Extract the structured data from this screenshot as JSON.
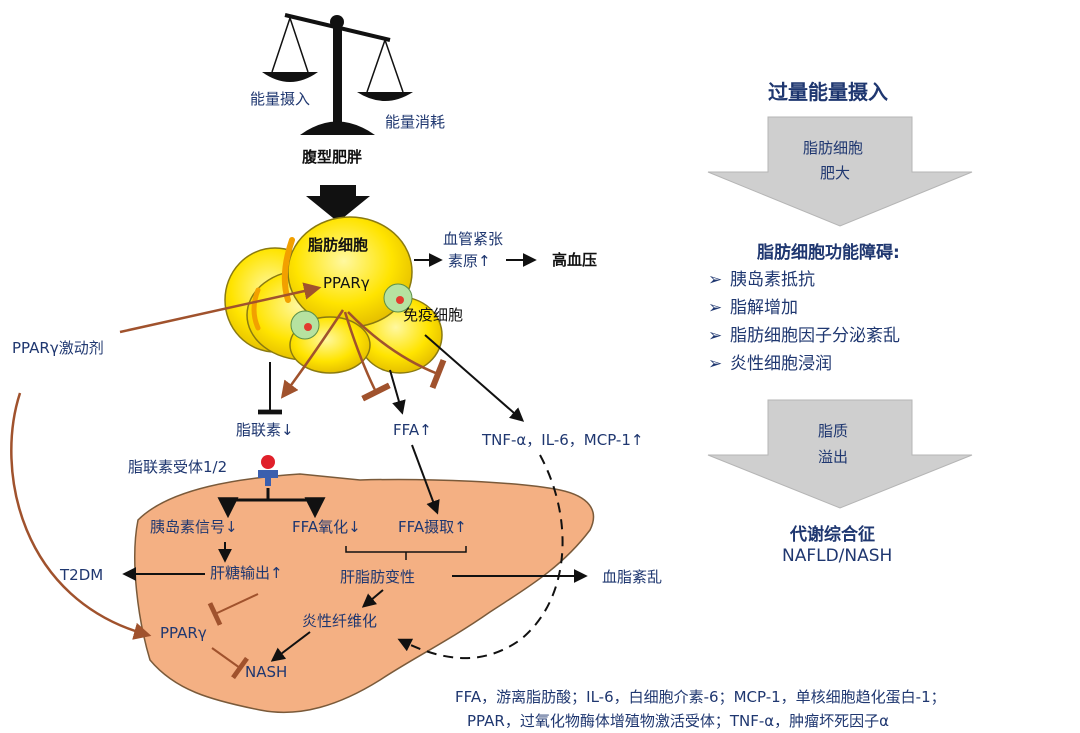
{
  "balance": {
    "intake_label": "能量摄入",
    "expenditure_label": "能量消耗",
    "obesity_label": "腹型肥胖"
  },
  "adipocyte": {
    "title": "脂肪细胞",
    "ppar_label": "PPARγ",
    "immune_label": "免疫细胞",
    "vasc_label_line1": "血管紧张",
    "vasc_label_line2": "素原↑",
    "hypertension_label": "高血压"
  },
  "left": {
    "agonist_label": "PPARγ激动剂"
  },
  "mediators": {
    "adiponectin": "脂联素↓",
    "ffa": "FFA↑",
    "cytokines": "TNF-α，IL-6，MCP-1↑",
    "receptor": "脂联素受体1/2"
  },
  "liver": {
    "insulin_signal": "胰岛素信号↓",
    "ffa_oxidation": "FFA氧化↓",
    "ffa_uptake": "FFA摄取↑",
    "glucose_output": "肝糖输出↑",
    "steatosis": "肝脂肪变性",
    "inflammation": "炎性纤维化",
    "ppar_label": "PPARγ",
    "nash_label": "NASH"
  },
  "outcomes": {
    "t2dm": "T2DM",
    "dyslipidemia": "血脂紊乱"
  },
  "sidebar": {
    "title": "过量能量摄入",
    "arrow1_line1": "脂肪细胞",
    "arrow1_line2": "肥大",
    "dysfunction_title": "脂肪细胞功能障碍:",
    "items": [
      "胰岛素抵抗",
      "脂解增加",
      "脂肪细胞因子分泌紊乱",
      "炎性细胞浸润"
    ],
    "arrow2_line1": "脂质",
    "arrow2_line2": "溢出",
    "syndrome_title": "代谢综合征",
    "syndrome_sub": "NAFLD/NASH"
  },
  "legend": {
    "line1": "FFA，游离脂肪酸；IL-6，白细胞介素-6；MCP-1，单核细胞趋化蛋白-1；",
    "line2": "PPAR，过氧化物酶体增殖物激活受体；TNF-α，肿瘤坏死因子α"
  },
  "colors": {
    "text": "#1f3770",
    "fat_yellow": "#ffe400",
    "liver_fill": "#f4b083",
    "brown_arrow": "#a0522d",
    "gray_arrow": "#cfcfcf"
  }
}
